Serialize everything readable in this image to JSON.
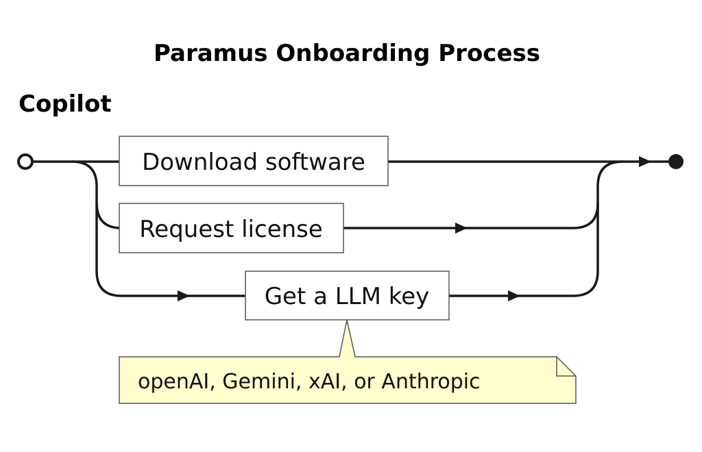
{
  "diagram": {
    "title": "Paramus Onboarding Process",
    "swimlane": "Copilot",
    "steps": [
      {
        "label": "Download software"
      },
      {
        "label": "Request license"
      },
      {
        "label": "Get a LLM key"
      }
    ],
    "note": {
      "text": "openAI, Gemini, xAI, or Anthropic",
      "attached_to": "Get a LLM key"
    },
    "colors": {
      "line": "#1a1a1a",
      "note_fill": "#fefece",
      "box_border": "#555555"
    }
  }
}
